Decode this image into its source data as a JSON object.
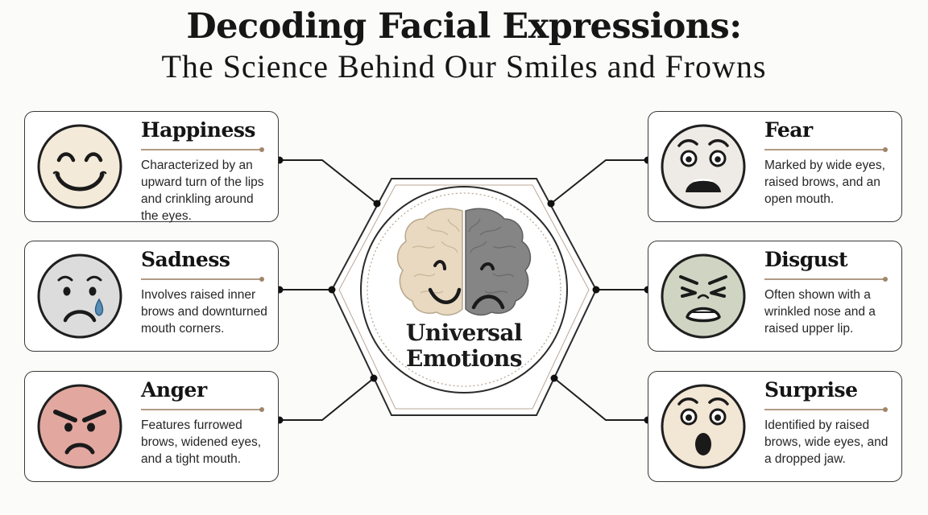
{
  "title": {
    "main": "Decoding Facial Expressions:",
    "sub": "The Science Behind Our Smiles and Frowns"
  },
  "center": {
    "label_line1": "Universal",
    "label_line2": "Emotions"
  },
  "emotions": [
    {
      "name": "Happiness",
      "description": "Characterized by an upward turn of the lips and crinkling around the eyes.",
      "face_color": "#f3ead9",
      "icon": "smiling-face-icon"
    },
    {
      "name": "Sadness",
      "description": "Involves raised inner brows and downturned mouth corners.",
      "face_color": "#dcdcdc",
      "icon": "crying-face-icon"
    },
    {
      "name": "Anger",
      "description": "Features furrowed brows, widened eyes, and a tight mouth.",
      "face_color": "#e2a8a0",
      "icon": "angry-face-icon"
    },
    {
      "name": "Fear",
      "description": "Marked by wide eyes, raised brows, and an open mouth.",
      "face_color": "#eeeae5",
      "icon": "fearful-face-icon"
    },
    {
      "name": "Disgust",
      "description": "Often shown with a wrinkled nose and a raised upper lip.",
      "face_color": "#cfd5c2",
      "icon": "disgusted-face-icon"
    },
    {
      "name": "Surprise",
      "description": "Identified by raised brows, wide eyes, and a dropped jaw.",
      "face_color": "#f2e6d4",
      "icon": "surprised-face-icon"
    }
  ],
  "colors": {
    "accent_rule": "#b09a85",
    "brain_left": "#e8d9c0",
    "brain_right": "#858585",
    "outline": "#2a2a2a"
  }
}
